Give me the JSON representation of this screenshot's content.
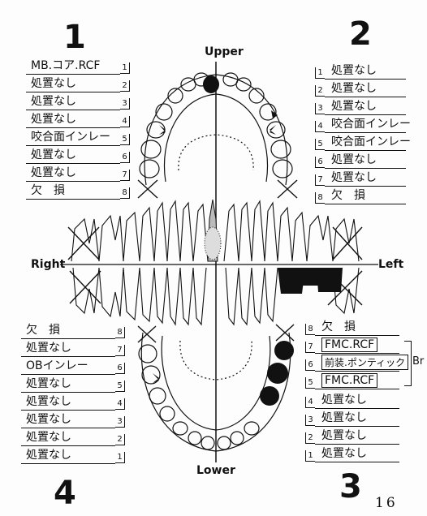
{
  "quadrants": {
    "q1": "1",
    "q2": "2",
    "q3": "3",
    "q4": "4"
  },
  "directions": {
    "upper": "Upper",
    "lower": "Lower",
    "right": "Right",
    "left": "Left"
  },
  "page_number": "16",
  "q1_entries": [
    {
      "num": "1",
      "text": "MB.コア.RCF"
    },
    {
      "num": "2",
      "text": "処置なし"
    },
    {
      "num": "3",
      "text": "処置なし"
    },
    {
      "num": "4",
      "text": "処置なし"
    },
    {
      "num": "5",
      "text": "咬合面インレー"
    },
    {
      "num": "6",
      "text": "処置なし"
    },
    {
      "num": "7",
      "text": "処置なし"
    },
    {
      "num": "8",
      "text": "欠　損"
    }
  ],
  "q2_entries": [
    {
      "num": "1",
      "text": "処置なし"
    },
    {
      "num": "2",
      "text": "処置なし"
    },
    {
      "num": "3",
      "text": "処置なし"
    },
    {
      "num": "4",
      "text": "咬合面インレー"
    },
    {
      "num": "5",
      "text": "咬合面インレー"
    },
    {
      "num": "6",
      "text": "処置なし"
    },
    {
      "num": "7",
      "text": "処置なし"
    },
    {
      "num": "8",
      "text": "欠　損"
    }
  ],
  "q4_entries": [
    {
      "num": "8",
      "text": "欠　損"
    },
    {
      "num": "7",
      "text": "処置なし"
    },
    {
      "num": "6",
      "text": "OBインレー"
    },
    {
      "num": "5",
      "text": "処置なし"
    },
    {
      "num": "4",
      "text": "処置なし"
    },
    {
      "num": "3",
      "text": "処置なし"
    },
    {
      "num": "2",
      "text": "処置なし"
    },
    {
      "num": "1",
      "text": "処置なし"
    }
  ],
  "q3_entries": [
    {
      "num": "8",
      "text": "欠　損"
    },
    {
      "num": "7",
      "text": "FMC.RCF"
    },
    {
      "num": "6",
      "text": "前装.ポンティック"
    },
    {
      "num": "5",
      "text": "FMC.RCF"
    },
    {
      "num": "4",
      "text": "処置なし"
    },
    {
      "num": "3",
      "text": "処置なし"
    },
    {
      "num": "2",
      "text": "処置なし"
    },
    {
      "num": "1",
      "text": "処置なし"
    }
  ],
  "bridge_label": "Br"
}
